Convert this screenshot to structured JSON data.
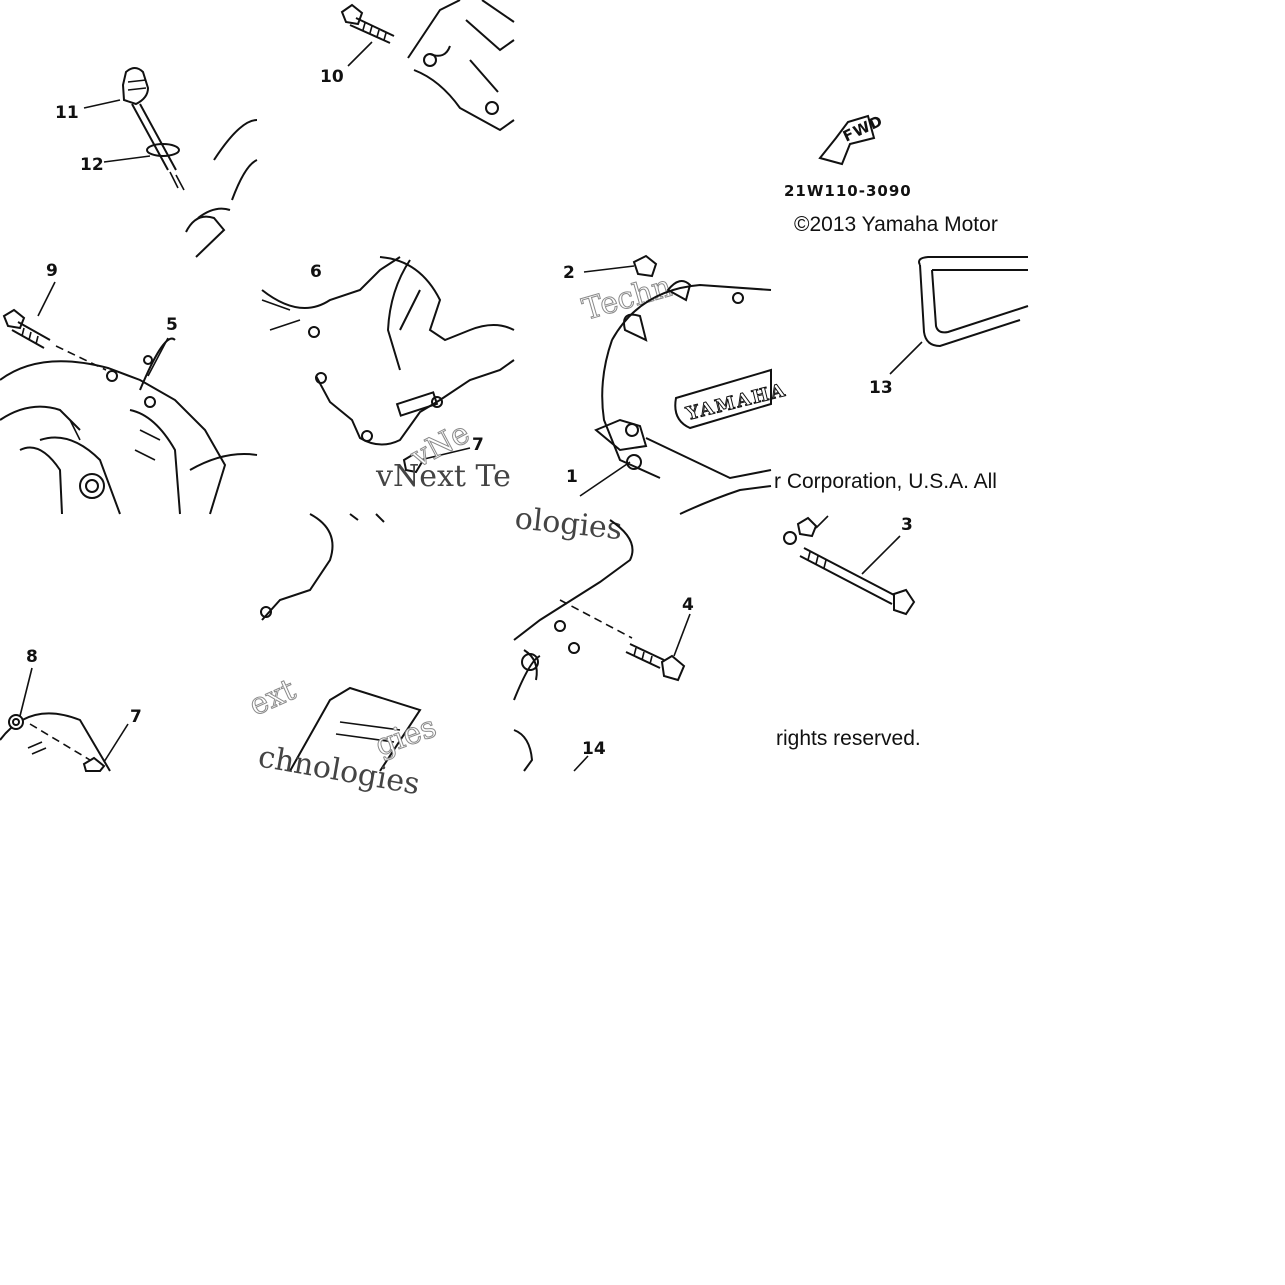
{
  "diagram": {
    "callouts": [
      {
        "id": "c11",
        "text": "11"
      },
      {
        "id": "c12",
        "text": "12"
      },
      {
        "id": "c10",
        "text": "10"
      },
      {
        "id": "c9",
        "text": "9"
      },
      {
        "id": "c5",
        "text": "5"
      },
      {
        "id": "c6",
        "text": "6"
      },
      {
        "id": "c7a",
        "text": "7"
      },
      {
        "id": "c2",
        "text": "2"
      },
      {
        "id": "c1",
        "text": "1"
      },
      {
        "id": "c13",
        "text": "13"
      },
      {
        "id": "c3",
        "text": "3"
      },
      {
        "id": "c4",
        "text": "4"
      },
      {
        "id": "c8",
        "text": "8"
      },
      {
        "id": "c7b",
        "text": "7"
      },
      {
        "id": "c14",
        "text": "14"
      }
    ],
    "fwd_label": "FWD",
    "cover_logo": "YAMAHA",
    "catalog_code": "21W110-3090",
    "copyright_parts": [
      "©2013 Yamaha Motor",
      "r Corporation, U.S.A. All",
      "rights reserved."
    ],
    "watermark_parts": [
      "Techn",
      "vNext Te",
      "vNe",
      "ologies",
      "ext",
      "chnologies",
      "gies"
    ]
  },
  "icons": [
    "fwd-arrow-icon"
  ]
}
